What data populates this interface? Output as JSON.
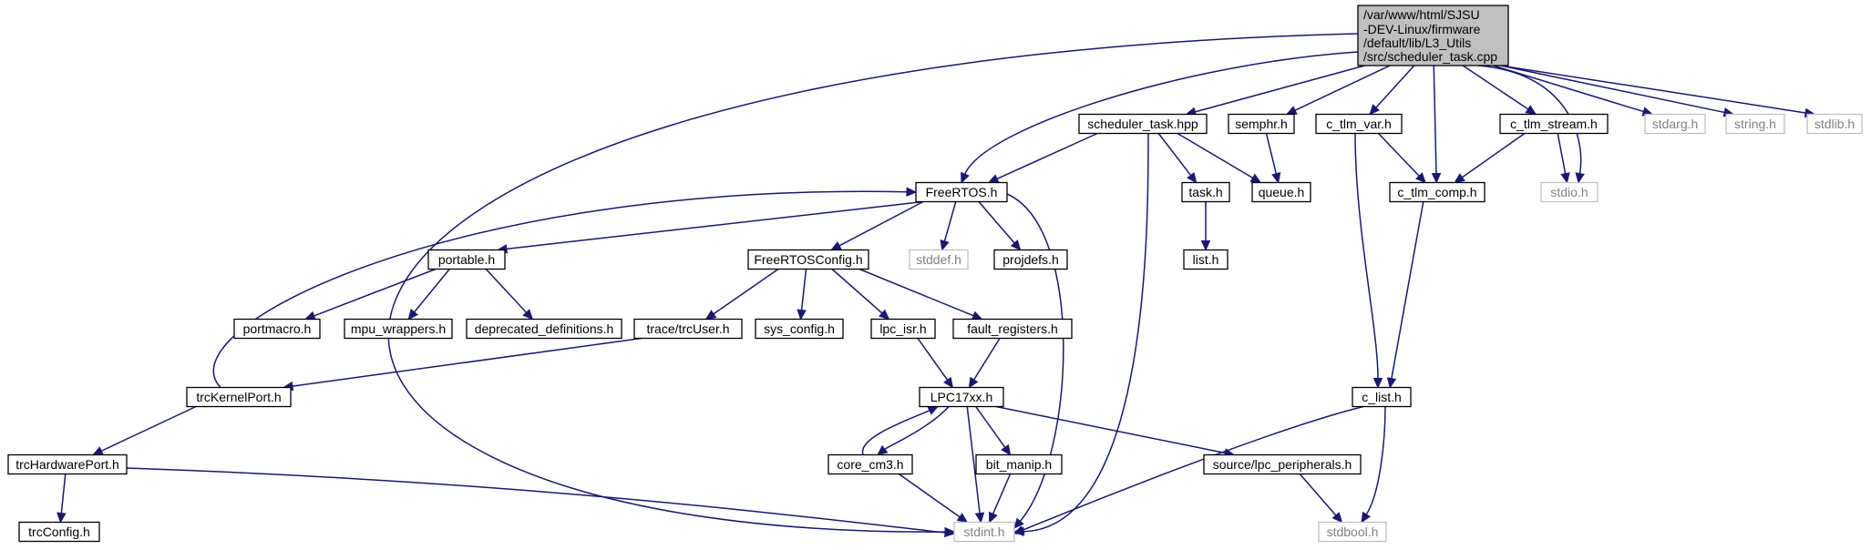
{
  "diagram": {
    "title_lines": [
      "/var/www/html/SJSU",
      "-DEV-Linux/firmware",
      "/default/lib/L3_Utils",
      "/src/scheduler_task.cpp"
    ],
    "nodes": [
      {
        "id": "stdint",
        "label": "stdint.h",
        "style": "system"
      },
      {
        "id": "freertos",
        "label": "FreeRTOS.h",
        "style": "local"
      },
      {
        "id": "scheduler_hpp",
        "label": "scheduler_task.hpp",
        "style": "local"
      },
      {
        "id": "semphr",
        "label": "semphr.h",
        "style": "local"
      },
      {
        "id": "c_tlm_var",
        "label": "c_tlm_var.h",
        "style": "local"
      },
      {
        "id": "c_tlm_comp",
        "label": "c_tlm_comp.h",
        "style": "local"
      },
      {
        "id": "c_tlm_stream",
        "label": "c_tlm_stream.h",
        "style": "local"
      },
      {
        "id": "stdio",
        "label": "stdio.h",
        "style": "system"
      },
      {
        "id": "stdarg",
        "label": "stdarg.h",
        "style": "system"
      },
      {
        "id": "string",
        "label": "string.h",
        "style": "system"
      },
      {
        "id": "stdlib",
        "label": "stdlib.h",
        "style": "system"
      },
      {
        "id": "portable",
        "label": "portable.h",
        "style": "local"
      },
      {
        "id": "freertosconfig",
        "label": "FreeRTOSConfig.h",
        "style": "local"
      },
      {
        "id": "stddef",
        "label": "stddef.h",
        "style": "system"
      },
      {
        "id": "projdefs",
        "label": "projdefs.h",
        "style": "local"
      },
      {
        "id": "portmacro",
        "label": "portmacro.h",
        "style": "local"
      },
      {
        "id": "mpu_wrappers",
        "label": "mpu_wrappers.h",
        "style": "local"
      },
      {
        "id": "deprecated",
        "label": "deprecated_definitions.h",
        "style": "local"
      },
      {
        "id": "trcuser",
        "label": "trace/trcUser.h",
        "style": "local"
      },
      {
        "id": "sys_config",
        "label": "sys_config.h",
        "style": "local"
      },
      {
        "id": "lpc_isr",
        "label": "lpc_isr.h",
        "style": "local"
      },
      {
        "id": "fault_registers",
        "label": "fault_registers.h",
        "style": "local"
      },
      {
        "id": "trckernelport",
        "label": "trcKernelPort.h",
        "style": "local"
      },
      {
        "id": "trchardwareport",
        "label": "trcHardwarePort.h",
        "style": "local"
      },
      {
        "id": "trcconfig",
        "label": "trcConfig.h",
        "style": "local"
      },
      {
        "id": "lpc17xx",
        "label": "LPC17xx.h",
        "style": "local"
      },
      {
        "id": "core_cm3",
        "label": "core_cm3.h",
        "style": "local"
      },
      {
        "id": "bit_manip",
        "label": "bit_manip.h",
        "style": "local"
      },
      {
        "id": "lpc_peripherals",
        "label": "source/lpc_peripherals.h",
        "style": "local"
      },
      {
        "id": "stdbool",
        "label": "stdbool.h",
        "style": "system"
      },
      {
        "id": "task",
        "label": "task.h",
        "style": "local"
      },
      {
        "id": "queue",
        "label": "queue.h",
        "style": "local"
      },
      {
        "id": "list",
        "label": "list.h",
        "style": "local"
      },
      {
        "id": "c_list",
        "label": "c_list.h",
        "style": "local"
      }
    ],
    "edges": [
      [
        "root",
        "stdint"
      ],
      [
        "root",
        "freertos"
      ],
      [
        "root",
        "scheduler_hpp"
      ],
      [
        "root",
        "semphr"
      ],
      [
        "root",
        "c_tlm_var"
      ],
      [
        "root",
        "c_tlm_comp"
      ],
      [
        "root",
        "c_tlm_stream"
      ],
      [
        "root",
        "stdio"
      ],
      [
        "root",
        "stdarg"
      ],
      [
        "root",
        "string"
      ],
      [
        "root",
        "stdlib"
      ],
      [
        "scheduler_hpp",
        "freertos"
      ],
      [
        "scheduler_hpp",
        "stdint"
      ],
      [
        "scheduler_hpp",
        "task"
      ],
      [
        "scheduler_hpp",
        "queue"
      ],
      [
        "semphr",
        "queue"
      ],
      [
        "c_tlm_var",
        "c_tlm_comp"
      ],
      [
        "c_tlm_var",
        "c_list"
      ],
      [
        "c_tlm_stream",
        "c_tlm_comp"
      ],
      [
        "c_tlm_stream",
        "stdio"
      ],
      [
        "c_tlm_comp",
        "c_list"
      ],
      [
        "freertos",
        "portable"
      ],
      [
        "freertos",
        "freertosconfig"
      ],
      [
        "freertos",
        "stddef"
      ],
      [
        "freertos",
        "projdefs"
      ],
      [
        "freertos",
        "stdint"
      ],
      [
        "portable",
        "portmacro"
      ],
      [
        "portable",
        "mpu_wrappers"
      ],
      [
        "portable",
        "deprecated"
      ],
      [
        "freertosconfig",
        "trcuser"
      ],
      [
        "freertosconfig",
        "sys_config"
      ],
      [
        "freertosconfig",
        "lpc_isr"
      ],
      [
        "freertosconfig",
        "fault_registers"
      ],
      [
        "trcuser",
        "trckernelport"
      ],
      [
        "trckernelport",
        "freertos"
      ],
      [
        "trckernelport",
        "trchardwareport"
      ],
      [
        "trchardwareport",
        "trcconfig"
      ],
      [
        "trchardwareport",
        "stdint"
      ],
      [
        "lpc_isr",
        "lpc17xx"
      ],
      [
        "fault_registers",
        "lpc17xx"
      ],
      [
        "lpc17xx",
        "core_cm3"
      ],
      [
        "core_cm3",
        "lpc17xx"
      ],
      [
        "lpc17xx",
        "bit_manip"
      ],
      [
        "lpc17xx",
        "lpc_peripherals"
      ],
      [
        "lpc17xx",
        "stdint"
      ],
      [
        "core_cm3",
        "stdint"
      ],
      [
        "bit_manip",
        "stdint"
      ],
      [
        "lpc_peripherals",
        "stdbool"
      ],
      [
        "c_list",
        "stdint"
      ],
      [
        "c_list",
        "stdbool"
      ],
      [
        "task",
        "list"
      ]
    ],
    "colors": {
      "edge": "#191970",
      "root_fill": "#bfbfbf",
      "local_border": "#000000",
      "system_border": "#bfbfbf",
      "system_text": "#808080",
      "local_text": "#000000"
    }
  }
}
